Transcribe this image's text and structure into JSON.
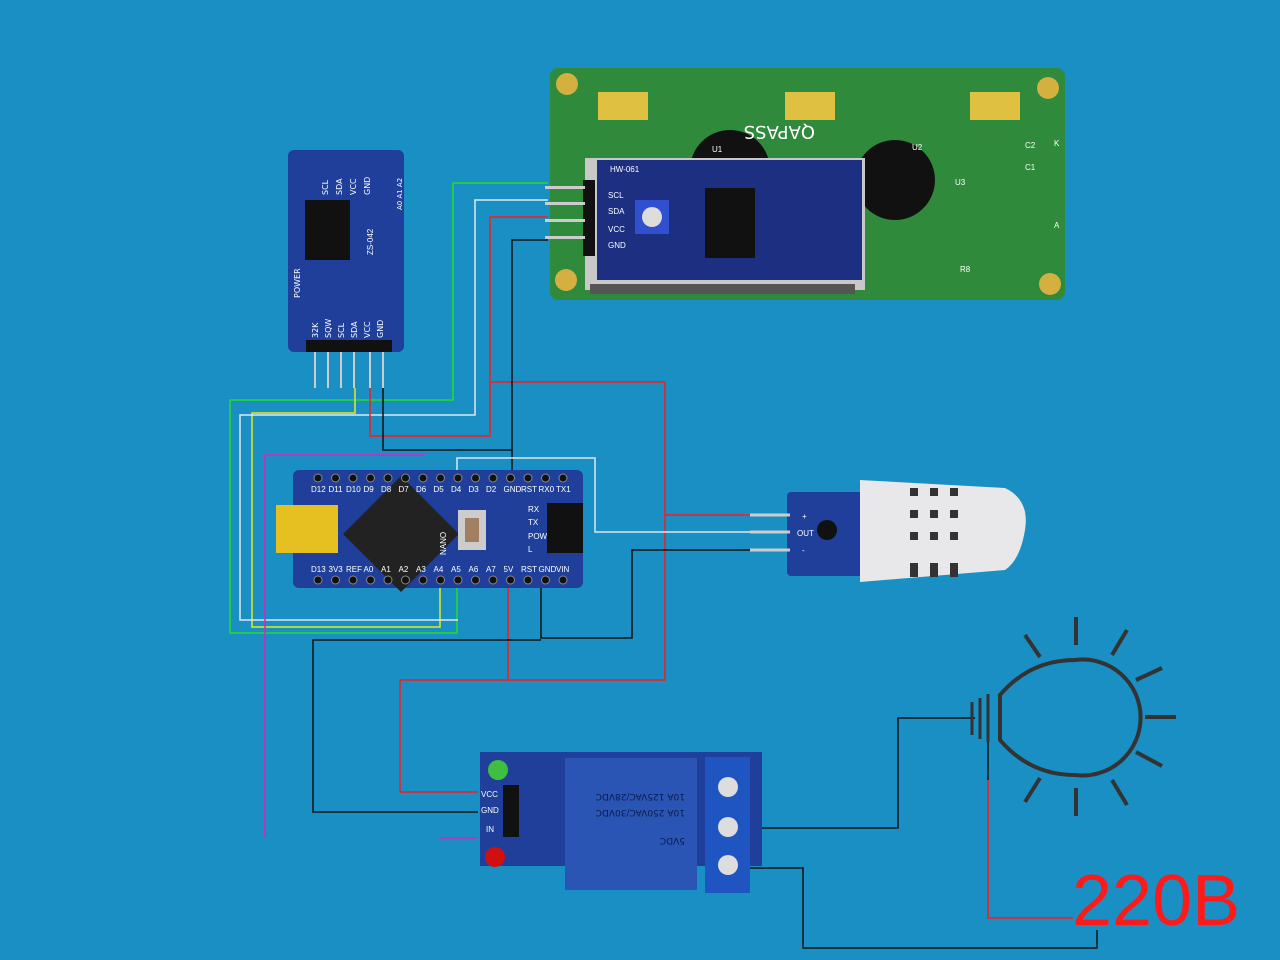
{
  "colors": {
    "background": "#1a8fc4",
    "pcb_blue": "#1f3f9a",
    "pcb_green": "#2f8a3c",
    "wire_red": "#ff1a1a",
    "wire_black": "#111111",
    "wire_green": "#22dd22",
    "wire_yellow": "#e8e81a",
    "wire_white": "#dde8f0",
    "wire_magenta": "#e020c0"
  },
  "rtc": {
    "name": "ZS-042",
    "top_pins": [
      "SCL",
      "SDA",
      "VCC",
      "GND"
    ],
    "addr": "A0 A1 A2",
    "power": "POWER",
    "bottom_pins": [
      "32K",
      "SQW",
      "SCL",
      "SDA",
      "VCC",
      "GND"
    ]
  },
  "lcd": {
    "brand": "QAPASS",
    "adapter": "HW-061",
    "pins": [
      "SCL",
      "SDA",
      "VCC",
      "GND"
    ],
    "labels": [
      "U1",
      "U2",
      "U3",
      "C2",
      "C1",
      "R8",
      "K",
      "A"
    ]
  },
  "nano": {
    "label": "NANO",
    "top_pins": [
      "D12",
      "D11",
      "D10",
      "D9",
      "D8",
      "D7",
      "D6",
      "D5",
      "D4",
      "D3",
      "D2",
      "GND",
      "RST",
      "RX0",
      "TX1"
    ],
    "bottom_pins": [
      "D13",
      "3V3",
      "REF",
      "A0",
      "A1",
      "A2",
      "A3",
      "A4",
      "A5",
      "A6",
      "A7",
      "5V",
      "RST",
      "GND",
      "VIN"
    ],
    "leds": [
      "RX",
      "TX",
      "POW",
      "L"
    ]
  },
  "dht": {
    "pins": [
      "+",
      "OUT",
      "-"
    ]
  },
  "relay": {
    "pins": [
      "VCC",
      "GND",
      "IN"
    ],
    "rating1": "10A 125VAC/28VDC",
    "rating2": "10A 250VAC/30VDC",
    "coil": "5VDC"
  },
  "mains_label": "220B"
}
